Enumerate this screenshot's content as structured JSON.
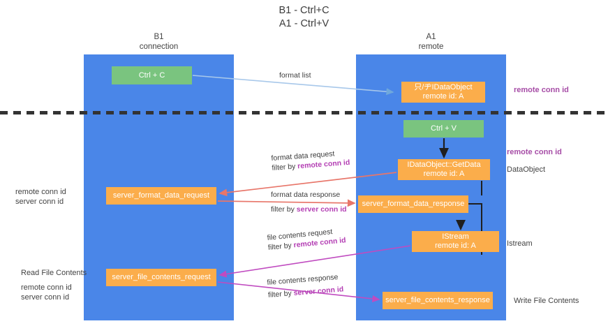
{
  "title": {
    "line1": "B1 - Ctrl+C",
    "line2": "A1 - Ctrl+V"
  },
  "columns": [
    {
      "name": "B1",
      "sub": "connection"
    },
    {
      "name": "A1",
      "sub": "remote"
    }
  ],
  "colors": {
    "lane": "#4a86e8",
    "green_box": "#7ac47f",
    "orange_box": "#fbad4b",
    "purple_text": "#a64ca6",
    "green_text": "#6aa84f",
    "divider": "#333333",
    "arrow_blue": "#a8c8ea",
    "arrow_red": "#e8766a",
    "arrow_magenta": "#c04bc0",
    "arrow_black": "#222222"
  },
  "boxes": {
    "ctrl_c": {
      "label": "Ctrl + C",
      "color": "green"
    },
    "idataobject": {
      "line1": "只/ヂIDataObject",
      "line2": "remote id: A",
      "color": "orange"
    },
    "ctrl_v": {
      "label": "Ctrl + V",
      "color": "green"
    },
    "getdata": {
      "line1": "IDataObject::GetData",
      "line2": "remote id: A",
      "color": "orange"
    },
    "server_format_data_request": {
      "label": "server_format_data_request",
      "color": "orange"
    },
    "server_format_data_response": {
      "label": "server_format_data_response",
      "color": "orange"
    },
    "istream": {
      "line1": "IStream",
      "line2": "remote id: A",
      "color": "orange"
    },
    "server_file_contents_request": {
      "label": "server_file_contents_request",
      "color": "orange"
    },
    "server_file_contents_response": {
      "label": "server_file_contents_response",
      "color": "orange"
    }
  },
  "edge_labels": {
    "format_list": "format list",
    "format_data_request": "format data request",
    "format_data_request_filter_prefix": "filter by ",
    "format_data_request_filter_key": "remote conn id",
    "format_data_response": "format data response",
    "format_data_response_filter_prefix": "filter by ",
    "format_data_response_filter_key": "server conn id",
    "file_contents_request": "file contents request",
    "file_contents_request_filter_prefix": "filter by ",
    "file_contents_request_filter_key": "remote conn id",
    "file_contents_response": "file contents response",
    "file_contents_response_filter_prefix": "filter by ",
    "file_contents_response_filter_key": "server conn id"
  },
  "annotations": {
    "right": {
      "remote_conn_id_top": "remote conn id",
      "remote_conn_id_mid": "remote conn id",
      "dataobject": "DataObject",
      "istream": "Istream",
      "write_file_contents": "Write File Contents"
    },
    "left": {
      "block1_line1": "remote conn id",
      "block1_line2": "server conn id",
      "read_file_contents": "Read File Contents",
      "block2_line1": "remote conn id",
      "block2_line2": "server conn id"
    }
  }
}
